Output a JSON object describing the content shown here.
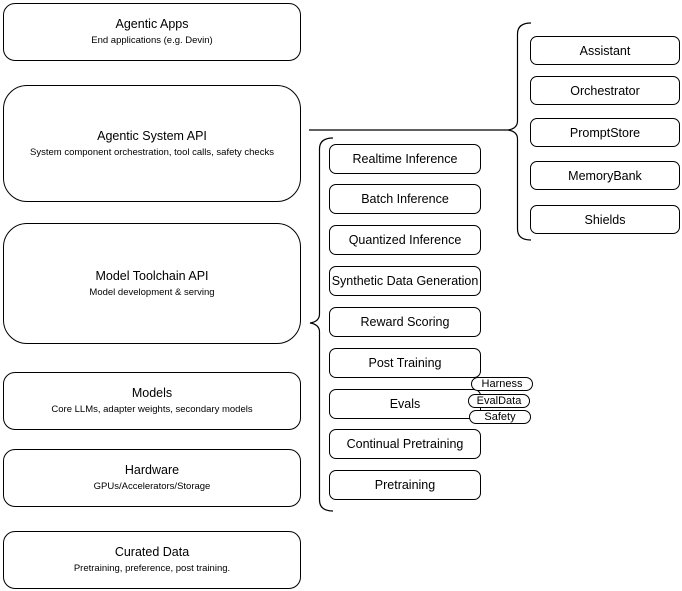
{
  "colors": {
    "stroke": "#000000",
    "fill": "#ffffff",
    "text": "#000000"
  },
  "stack_layers": [
    {
      "title": "Agentic Apps",
      "subtitle": "End applications (e.g. Devin)"
    },
    {
      "title": "Agentic System API",
      "subtitle": "System component orchestration, tool calls, safety checks"
    },
    {
      "title": "Model Toolchain API",
      "subtitle": "Model development & serving"
    },
    {
      "title": "Models",
      "subtitle": "Core LLMs, adapter weights, secondary models"
    },
    {
      "title": "Hardware",
      "subtitle": "GPUs/Accelerators/Storage"
    },
    {
      "title": "Curated Data",
      "subtitle": "Pretraining, preference, post training."
    }
  ],
  "system_components": {
    "items": [
      {
        "label": "Assistant"
      },
      {
        "label": "Orchestrator"
      },
      {
        "label": "PromptStore"
      },
      {
        "label": "MemoryBank"
      },
      {
        "label": "Shields"
      }
    ]
  },
  "toolchain_services": {
    "items": [
      {
        "label": "Realtime Inference"
      },
      {
        "label": "Batch Inference"
      },
      {
        "label": "Quantized Inference"
      },
      {
        "label": "Synthetic Data Generation"
      },
      {
        "label": "Reward Scoring"
      },
      {
        "label": "Post Training"
      },
      {
        "label": "Evals",
        "tags": [
          "Harness",
          "EvalData",
          "Safety"
        ]
      },
      {
        "label": "Continual Pretraining"
      },
      {
        "label": "Pretraining"
      }
    ]
  }
}
